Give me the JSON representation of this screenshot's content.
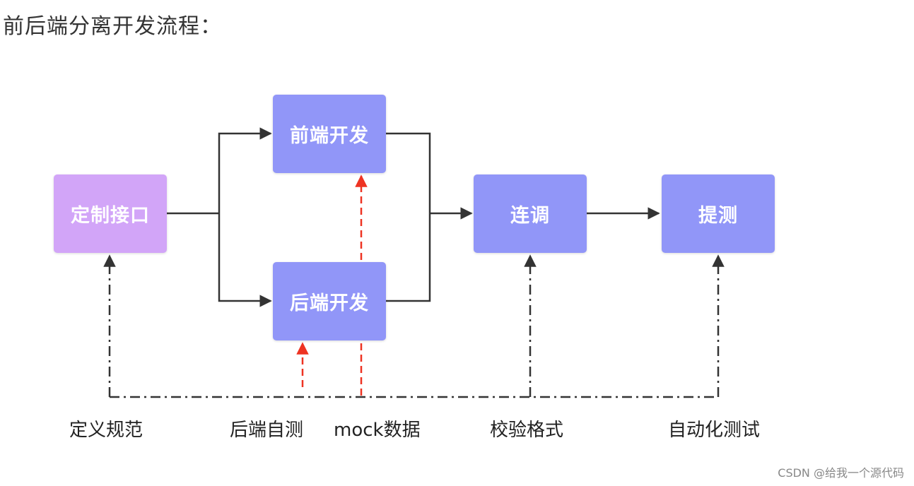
{
  "title": "前后端分离开发流程：",
  "colors": {
    "define_box": "#d2a5f8",
    "process_box": "#9196f8",
    "line": "#333333",
    "red_dash": "#ee3322"
  },
  "boxes": {
    "define": "定制接口",
    "frontend": "前端开发",
    "backend": "后端开发",
    "integrate": "连调",
    "qa": "提测"
  },
  "labels": {
    "spec": "定义规范",
    "backend_selftest": "后端自测",
    "mock": "mock数据",
    "format_check": "校验格式",
    "auto_test": "自动化测试"
  },
  "watermark": "CSDN @给我一个源代码"
}
